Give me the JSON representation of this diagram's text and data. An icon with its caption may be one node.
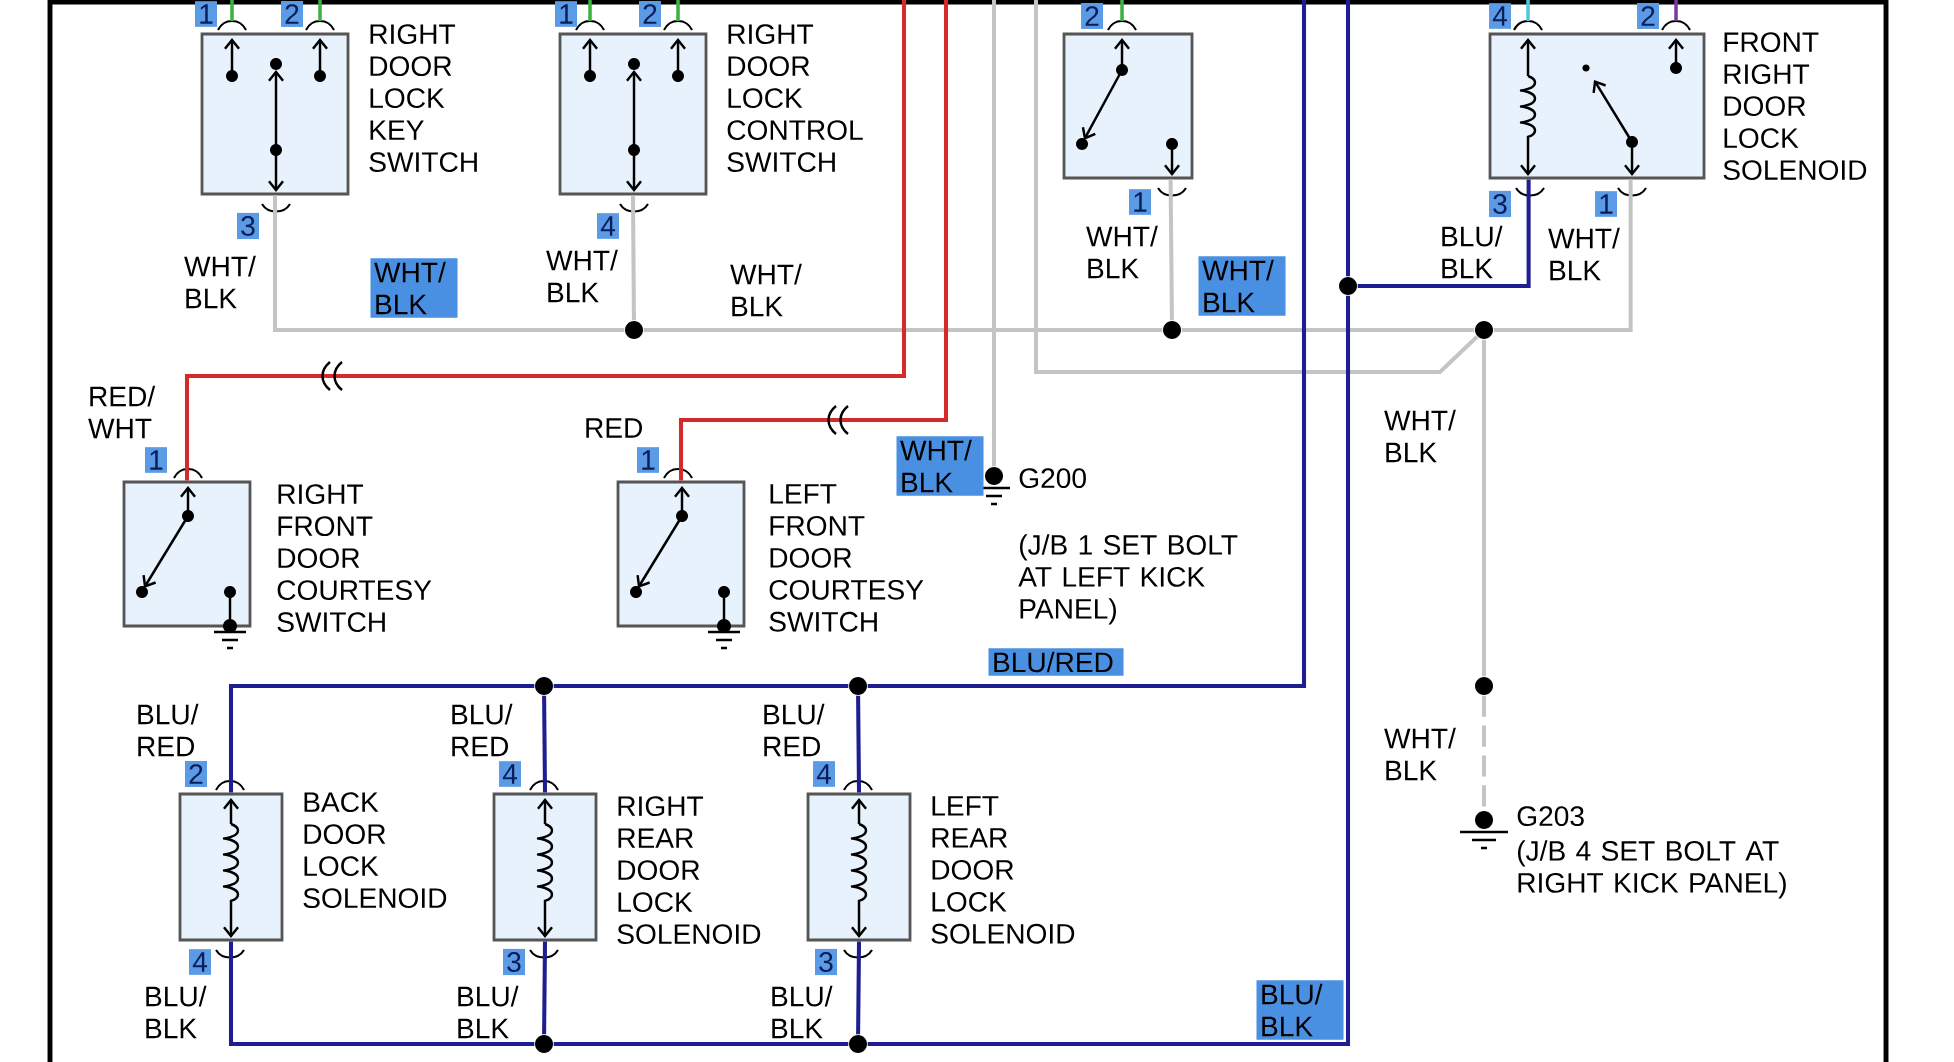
{
  "diagram": {
    "nodes": [
      {
        "text": [
          "RIGHT DOOR LOCK KEY SWITCH"
        ],
        "beside": [
          "1",
          "2",
          "3"
        ]
      },
      {
        "text": [
          "RIGHT DOOR LOCK CONTROL SWITCH"
        ],
        "beside": [
          "1",
          "2",
          "4"
        ]
      },
      {
        "text": [],
        "shape": "box",
        "beside": [
          "2",
          "1"
        ]
      },
      {
        "text": [
          "FRONT RIGHT DOOR LOCK SOLENOID"
        ],
        "beside": [
          "4",
          "2",
          "3",
          "1"
        ]
      },
      {
        "text": [
          "RIGHT FRONT DOOR COURTESY SWITCH"
        ],
        "beside": [
          "1"
        ]
      },
      {
        "text": [
          "LEFT FRONT DOOR COURTESY SWITCH"
        ],
        "beside": [
          "1"
        ]
      },
      {
        "text": [
          "BACK DOOR LOCK SOLENOID"
        ],
        "beside": [
          "2",
          "4"
        ]
      },
      {
        "text": [
          "RIGHT REAR DOOR LOCK SOLENOID"
        ],
        "beside": [
          "4",
          "3"
        ]
      },
      {
        "text": [
          "LEFT REAR DOOR LOCK SOLENOID"
        ],
        "beside": [
          "4",
          "3"
        ]
      },
      {
        "text": [
          "G200",
          "(J/B 1 SET BOLT AT LEFT KICK PANEL)"
        ]
      },
      {
        "text": [
          "G203",
          "(J/B 4 SET BOLT AT RIGHT KICK PANEL)"
        ]
      },
      {
        "text": [],
        "shape": "circle"
      },
      {
        "text": [],
        "shape": "circle"
      },
      {
        "text": [],
        "shape": "circle"
      },
      {
        "text": [],
        "shape": "circle"
      },
      {
        "text": [],
        "shape": "circle"
      },
      {
        "text": [],
        "shape": "circle"
      },
      {
        "text": [],
        "shape": "circle"
      },
      {
        "text": [],
        "shape": "circle"
      },
      {
        "text": [],
        "shape": "circle"
      }
    ],
    "edges": [
      {
        "from": 0,
        "to": 11,
        "arrow": "none",
        "color": "#c4c4c4"
      },
      {
        "from": 1,
        "to": 11,
        "arrow": "none",
        "color": "#c4c4c4"
      },
      {
        "from": 11,
        "to": 12,
        "arrow": "none",
        "color": "#c4c4c4"
      },
      {
        "from": 2,
        "to": 12,
        "arrow": "none",
        "color": "#c4c4c4"
      },
      {
        "from": 12,
        "to": 13,
        "arrow": "none",
        "color": "#c4c4c4"
      },
      {
        "from": 13,
        "to": 3,
        "arrow": "none",
        "color": "#c4c4c4"
      },
      {
        "from": 13,
        "to": 19,
        "arrow": "none",
        "color": "#c4c4c4"
      },
      {
        "from": 19,
        "to": 10,
        "arrow": "none",
        "style": "dashed",
        "color": "#c4c4c4"
      },
      {
        "from": null,
        "to": 13,
        "arrow": "none",
        "color": "#c4c4c4"
      },
      {
        "from": 14,
        "to": 3,
        "arrow": "none"
      },
      {
        "from": 6,
        "to": 15,
        "arrow": "none"
      },
      {
        "from": 15,
        "to": 16,
        "arrow": "none"
      },
      {
        "from": 7,
        "to": 15,
        "arrow": "none"
      },
      {
        "from": 8,
        "to": 16,
        "arrow": "none"
      },
      {
        "from": 16,
        "to": null,
        "arrow": "none"
      },
      {
        "from": 6,
        "to": 17,
        "arrow": "none"
      },
      {
        "from": 7,
        "to": 17,
        "arrow": "none"
      },
      {
        "from": 17,
        "to": 18,
        "arrow": "none"
      },
      {
        "from": 8,
        "to": 18,
        "arrow": "none"
      },
      {
        "from": 18,
        "to": 14,
        "arrow": "none"
      },
      {
        "from": 14,
        "to": null,
        "arrow": "none"
      },
      {
        "from": 4,
        "to": null,
        "arrow": "none",
        "color": "#d42a2a"
      },
      {
        "from": 5,
        "to": null,
        "arrow": "none",
        "color": "#d42a2a"
      },
      {
        "from": 9,
        "to": null,
        "arrow": "none",
        "color": "#c4c4c4"
      }
    ],
    "labels": [
      "WHT/ BLK",
      "WHT/ BLK",
      "WHT/ BLK",
      "WHT/ BLK",
      "RED/ WHT",
      "RED",
      "WHT/ BLK",
      "BLU/RED",
      "WHT/ BLK",
      "WHT/ BLK",
      "BLU/ BLK",
      "WHT/ BLK",
      "WHT/ BLK",
      "WHT/ BLK",
      "BLU/ RED",
      "BLU/ RED",
      "BLU/ RED",
      "BLU/ BLK",
      "BLU/ BLK",
      "BLU/ BLK",
      "BLU/ BLK"
    ]
  }
}
